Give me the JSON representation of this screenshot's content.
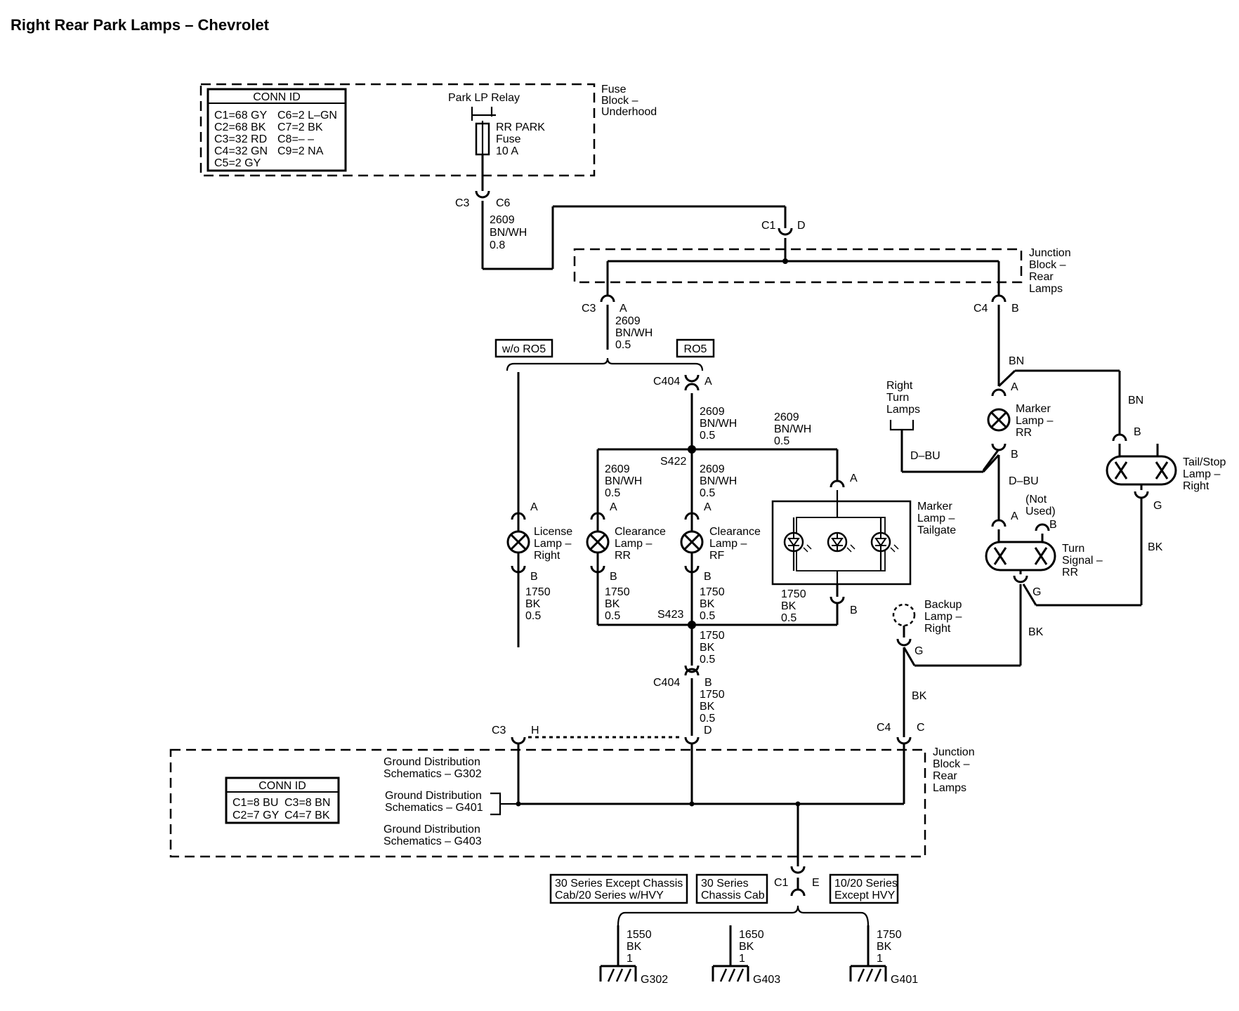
{
  "title": "Right Rear Park Lamps – Chevrolet",
  "fuse_block": {
    "label": [
      "Fuse",
      "Block –",
      "Underhood"
    ],
    "conn_id": {
      "header": "CONN ID",
      "rows": [
        [
          "C1=68 GY",
          "C6=2 L–GN"
        ],
        [
          "C2=68 BK",
          "C7=2 BK"
        ],
        [
          "C3=32 RD",
          "C8=– –"
        ],
        [
          "C4=32 GN",
          "C9=2 NA"
        ],
        [
          "C5=2 GY",
          ""
        ]
      ]
    },
    "relay_label": "Park LP Relay",
    "fuse_label": [
      "RR PARK",
      "Fuse",
      "10 A"
    ],
    "out_conn_left": "C3",
    "out_conn_right": "C6"
  },
  "wires": {
    "w2609_08": [
      "2609",
      "BN/WH",
      "0.8"
    ],
    "w2609_05_a": [
      "2609",
      "BN/WH",
      "0.5"
    ],
    "w2609_05_c404": [
      "2609",
      "BN/WH",
      "0.5"
    ],
    "w2609_05_top": [
      "2609",
      "BN/WH",
      "0.5"
    ],
    "w2609_05_rr": [
      "2609",
      "BN/WH",
      "0.5"
    ],
    "w2609_05_rf": [
      "2609",
      "BN/WH",
      "0.5"
    ],
    "w1750_lic": [
      "1750",
      "BK",
      "0.5"
    ],
    "w1750_rr": [
      "1750",
      "BK",
      "0.5"
    ],
    "w1750_rf": [
      "1750",
      "BK",
      "0.5"
    ],
    "w1750_tail": [
      "1750",
      "BK",
      "0.5"
    ],
    "w1750_s423": [
      "1750",
      "BK",
      "0.5"
    ],
    "w1750_c404": [
      "1750",
      "BK",
      "0.5"
    ],
    "bn_1": "BN",
    "bn_2": "BN",
    "dbu_1": "D–BU",
    "dbu_2": "D–BU",
    "bk_1": "BK",
    "bk_2": "BK",
    "bk_3": "BK"
  },
  "junction_top": {
    "label": [
      "Junction",
      "Block –",
      "Rear",
      "Lamps"
    ],
    "c1": "C1",
    "c1_pin": "D",
    "c3": "C3",
    "c3_pin": "A",
    "c4": "C4",
    "c4_pin": "B"
  },
  "options": {
    "without": "w/o RO5",
    "with": "RO5"
  },
  "c404_top": {
    "conn": "C404",
    "pin": "A"
  },
  "c404_bottom": {
    "conn": "C404",
    "pin": "B"
  },
  "splices": {
    "s422": "S422",
    "s423": "S423"
  },
  "lamps": {
    "license": {
      "label": [
        "License",
        "Lamp –",
        "Right"
      ],
      "pin_a": "A",
      "pin_b": "B"
    },
    "clearance_rr": {
      "label": [
        "Clearance",
        "Lamp –",
        "RR"
      ],
      "pin_a": "A",
      "pin_b": "B"
    },
    "clearance_rf": {
      "label": [
        "Clearance",
        "Lamp –",
        "RF"
      ],
      "pin_a": "A",
      "pin_b": "B"
    },
    "marker_tailgate": {
      "label": [
        "Marker",
        "Lamp –",
        "Tailgate"
      ],
      "pin_a": "A",
      "pin_b": "B"
    },
    "marker_rr": {
      "label": [
        "Marker",
        "Lamp –",
        "RR"
      ],
      "pin_a": "A",
      "pin_b": "B"
    },
    "turn_rr": {
      "label": [
        "Turn",
        "Signal –",
        "RR"
      ],
      "pin_a": "A",
      "pin_b": "B",
      "pin_g": "G",
      "not_used": [
        "(Not",
        "Used)"
      ]
    },
    "tail_stop": {
      "label": [
        "Tail/Stop",
        "Lamp –",
        "Right"
      ],
      "pin_b": "B",
      "pin_g": "G"
    },
    "backup": {
      "label": [
        "Backup",
        "Lamp –",
        "Right"
      ],
      "pin_g": "G"
    }
  },
  "right_turn": [
    "Right",
    "Turn",
    "Lamps"
  ],
  "junction_bottom": {
    "label": [
      "Junction",
      "Block –",
      "Rear",
      "Lamps"
    ],
    "c3": "C3",
    "c3_pin": "H",
    "pin_d": "D",
    "c4": "C4",
    "c4_pin": "C",
    "conn_id": {
      "header": "CONN ID",
      "rows": [
        [
          "C1=8 BU",
          "C3=8 BN"
        ],
        [
          "C2=7 GY",
          "C4=7 BK"
        ]
      ]
    },
    "ground_refs": [
      [
        "Ground Distribution",
        "Schematics – G302"
      ],
      [
        "Ground Distribution",
        "Schematics – G401"
      ],
      [
        "Ground Distribution",
        "Schematics – G403"
      ]
    ],
    "out_conn": "C1",
    "out_pin": "E"
  },
  "series": {
    "left": [
      "30 Series Except Chassis",
      "Cab/20 Series w/HVY"
    ],
    "middle": [
      "30 Series",
      "Chassis Cab"
    ],
    "right": [
      "10/20 Series",
      "Except HVY"
    ]
  },
  "grounds": [
    {
      "wire": [
        "1550",
        "BK",
        "1"
      ],
      "id": "G302"
    },
    {
      "wire": [
        "1650",
        "BK",
        "1"
      ],
      "id": "G403"
    },
    {
      "wire": [
        "1750",
        "BK",
        "1"
      ],
      "id": "G401"
    }
  ]
}
